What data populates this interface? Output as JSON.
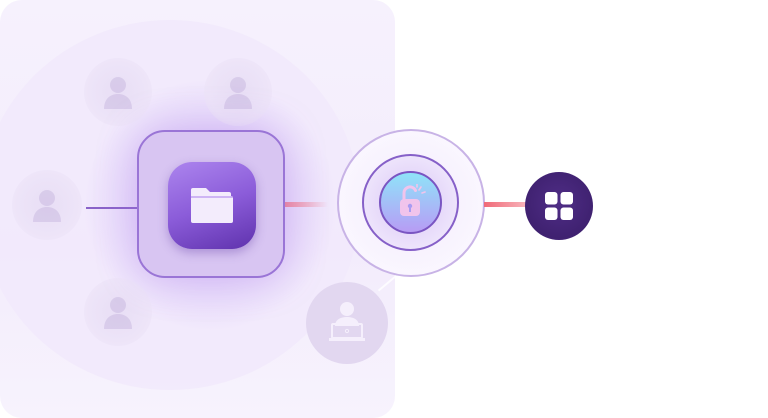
{
  "diagram": {
    "nodes": [
      {
        "id": "folder",
        "icon": "folder-icon"
      },
      {
        "id": "unlock",
        "icon": "unlock-icon"
      },
      {
        "id": "apps",
        "icon": "apps-grid-icon"
      },
      {
        "id": "user-laptop",
        "icon": "user-laptop-icon"
      },
      {
        "id": "ghost-users",
        "icon": "user-icon"
      }
    ],
    "colors": {
      "accent": "#8b5cd9",
      "dark": "#3f2170",
      "link": "#e64a63",
      "lock_bg": "#8fe3f8"
    }
  }
}
